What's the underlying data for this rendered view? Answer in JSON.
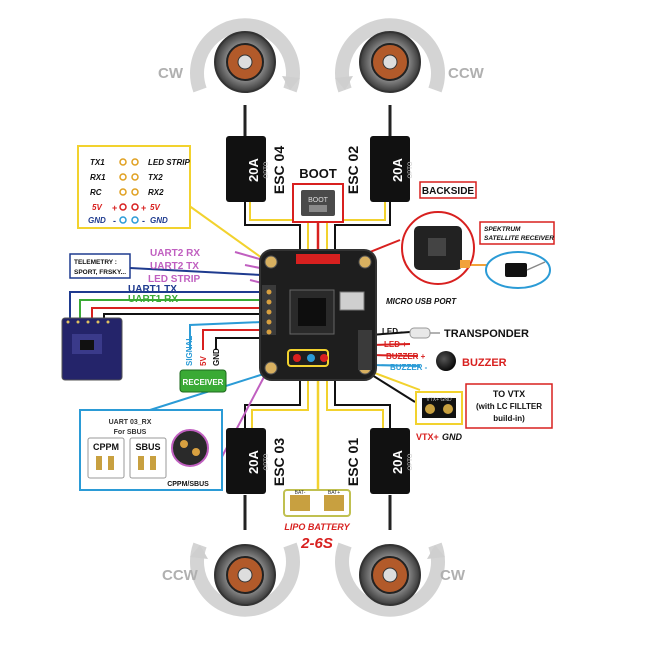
{
  "motors": {
    "top_left_dir": "CW",
    "top_right_dir": "CCW",
    "bottom_left_dir": "CCW",
    "bottom_right_dir": "CW"
  },
  "escs": {
    "esc04": "ESC 04",
    "esc02": "ESC 02",
    "esc03": "ESC 03",
    "esc01": "ESC 01",
    "rating": "20A",
    "sub": "OPTO"
  },
  "boot": {
    "label": "BOOT",
    "chip": "BOOT"
  },
  "pin_legend": {
    "left": [
      "TX1",
      "RX1",
      "RC",
      "5V",
      "GND"
    ],
    "right": [
      "LED STRIP",
      "TX2",
      "RX2",
      "5V",
      "GND"
    ],
    "plus": "+",
    "minus": "-"
  },
  "uart_labels": {
    "uart2_rx": "UART2 RX",
    "uart2_tx": "UART2 TX",
    "led_strip": "LED STRIP",
    "uart1_tx": "UART1 TX",
    "uart1_rx": "UART1 RX"
  },
  "telemetry": {
    "line1": "TELEMETRY :",
    "line2": "SPORT, FRSKY..."
  },
  "receiver": {
    "label": "RECEIVER",
    "signal": "SIGNAL",
    "v5": "5V",
    "gnd": "GND"
  },
  "backside": {
    "label": "BACKSIDE",
    "spektrum1": "SPEKTRUM",
    "spektrum2": "SATELLITE RECEIVER"
  },
  "usb": {
    "label": "MICRO USB PORT"
  },
  "right_labels": {
    "led_minus": "LED -",
    "led_plus": "LED +",
    "transponder": "TRANSPONDER",
    "buzzer_plus": "BUZZER +",
    "buzzer_minus": "BUZZER -",
    "buzzer": "BUZZER"
  },
  "vtx": {
    "title1": "TO VTX",
    "title2": "(with LC FILLTER",
    "title3": "build-in)",
    "vtx_plus": "VTX+",
    "gnd": "GND",
    "pad_label": "VTX+ GND"
  },
  "sbus": {
    "title1": "UART 03_RX",
    "title2": "For SBUS",
    "cppm": "CPPM",
    "sbus": "SBUS",
    "footer": "CPPM/SBUS"
  },
  "lipo": {
    "label1": "LIPO BATTERY",
    "label2": "2-6S",
    "pad_minus": "BAT-",
    "pad_plus": "BAT+"
  },
  "colors": {
    "esc": "#111111",
    "board": "#1e1e1e",
    "red": "#d8201f",
    "yellow": "#f2d22e",
    "blue": "#2b9bd6",
    "green": "#3aaa35",
    "purple": "#c05fc0",
    "navy": "#1f3b8f"
  }
}
